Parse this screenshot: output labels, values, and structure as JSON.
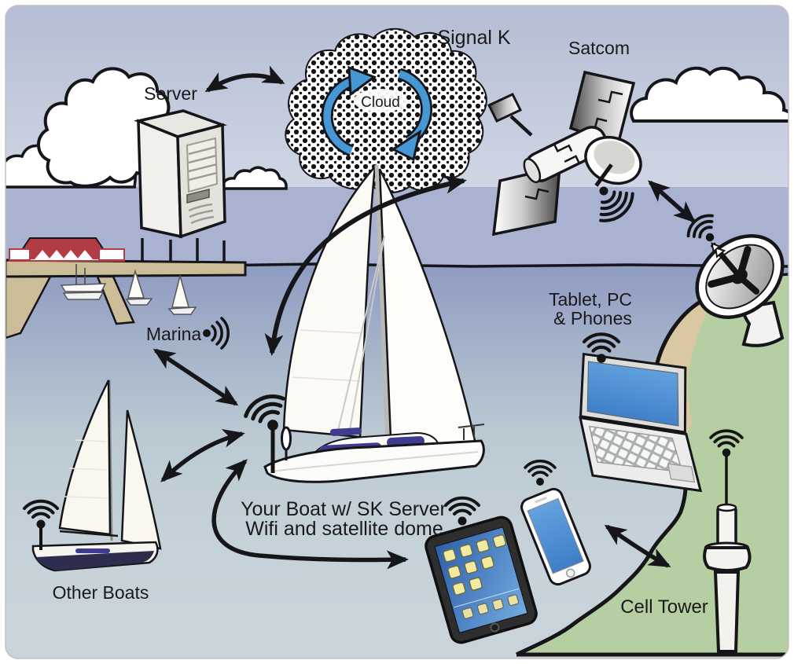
{
  "figure": {
    "type": "network-diagram",
    "subject": "Signal K marine data network illustration"
  },
  "labels": {
    "signal_k": "Signal K",
    "satcom": "Satcom",
    "server": "Server",
    "cloud": "Cloud",
    "marina": "Marina",
    "devices_line1": "Tablet, PC",
    "devices_line2": "& Phones",
    "your_boat_line1": "Your Boat w/ SK Server",
    "your_boat_line2": "Wifi and satellite dome",
    "other_boats": "Other Boats",
    "cell_tower": "Cell Tower"
  },
  "nodes": [
    {
      "id": "server",
      "label": "Server"
    },
    {
      "id": "signalk-cloud",
      "label": "Signal K",
      "center_label": "Cloud"
    },
    {
      "id": "satcom-satellite",
      "label": "Satcom"
    },
    {
      "id": "shore-dish-antenna",
      "label": ""
    },
    {
      "id": "marina",
      "label": "Marina"
    },
    {
      "id": "your-boat",
      "label": "Your Boat w/ SK Server Wifi and satellite dome"
    },
    {
      "id": "other-boats",
      "label": "Other Boats"
    },
    {
      "id": "devices",
      "label": "Tablet, PC & Phones",
      "items": [
        "laptop",
        "phone",
        "tablet"
      ]
    },
    {
      "id": "cell-tower",
      "label": "Cell Tower"
    }
  ],
  "connections": [
    {
      "from": "server",
      "to": "signalk-cloud",
      "style": "double-arrow"
    },
    {
      "from": "your-boat",
      "to": "satcom-satellite",
      "style": "double-arrow"
    },
    {
      "from": "satcom-satellite",
      "to": "shore-dish-antenna",
      "style": "double-arrow"
    },
    {
      "from": "marina",
      "to": "your-boat",
      "style": "double-arrow"
    },
    {
      "from": "other-boats",
      "to": "your-boat",
      "style": "double-arrow"
    },
    {
      "from": "your-boat",
      "to": "tablet",
      "style": "double-arrow"
    },
    {
      "from": "cell-tower",
      "to": "phone",
      "style": "double-arrow"
    }
  ],
  "colors": {
    "sky_top": "#b4bdd4",
    "sky_bottom": "#dbe0ea",
    "water_far": "#a9b2d1",
    "water_near_top": "#8f9bc2",
    "water_near_bottom": "#c9d4da",
    "land_green": "#b5cfa3",
    "cliff_tan": "#d9c8a2",
    "pier_tan": "#cbbd97",
    "building_red": "#b23b44",
    "device_screen_blue": "#4a8fd4",
    "cloud_cycle_blue": "#4598d4",
    "boat_window_purple": "#3f3b8e",
    "hull_navy": "#2e2d50",
    "ink": "#15151a"
  }
}
